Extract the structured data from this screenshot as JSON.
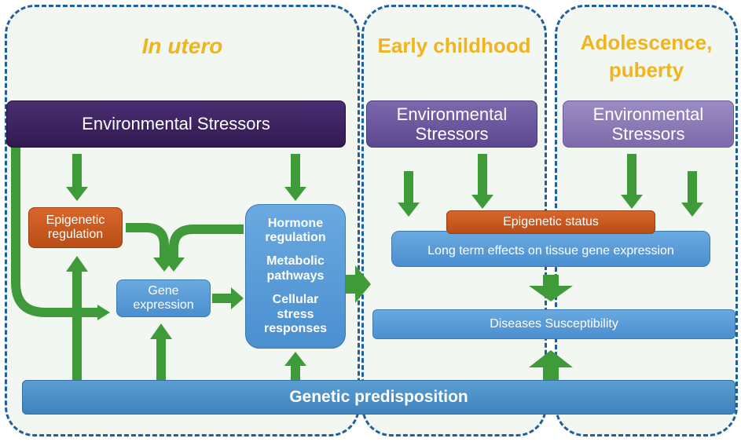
{
  "stages": {
    "in_utero": "In utero",
    "early_childhood": "Early childhood",
    "adolescence_line1": "Adolescence,",
    "adolescence_line2": "puberty"
  },
  "in_utero": {
    "env_stressors": "Environmental Stressors",
    "epigenetic_line1": "Epigenetic",
    "epigenetic_line2": "regulation",
    "gene_line1": "Gene",
    "gene_line2": "expression",
    "hormone_line1": "Hormone",
    "hormone_line2": "regulation",
    "metabolic_line1": "Metabolic",
    "metabolic_line2": "pathways",
    "cellular_line1": "Cellular",
    "cellular_line2": "stress",
    "cellular_line3": "responses"
  },
  "early_childhood": {
    "env_line1": "Environmental",
    "env_line2": "Stressors"
  },
  "adolescence": {
    "env_line1": "Environmental",
    "env_line2": "Stressors"
  },
  "shared": {
    "epigenetic_status": "Epigenetic status",
    "long_term": "Long term effects on tissue gene expression",
    "diseases": "Diseases Susceptibility",
    "genetic": "Genetic predisposition"
  },
  "colors": {
    "title": "#f0b41c",
    "border": "#1f5f9c",
    "env_dark": "#3b1f5c",
    "env_mid": "#6b569c",
    "env_light": "#8c7ab4",
    "arrow": "#3f9a3a",
    "blue_box": "#4b8fd0",
    "orange_box": "#c45a20"
  }
}
